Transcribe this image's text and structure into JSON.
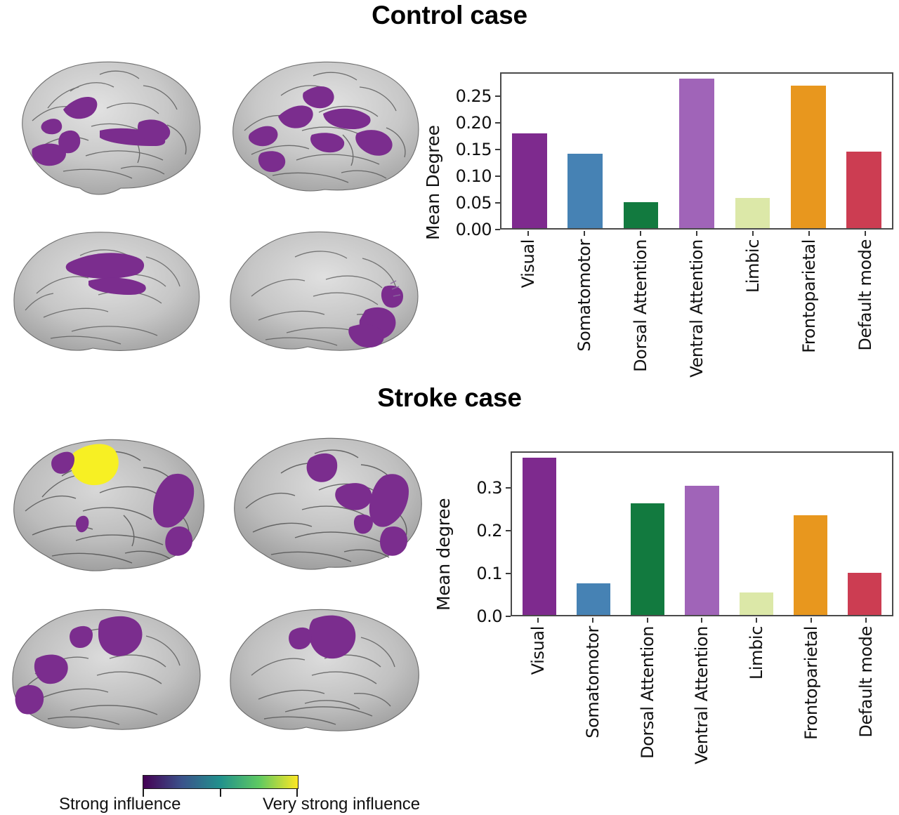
{
  "figure": {
    "panels": [
      {
        "id": "control",
        "title": "Control case"
      },
      {
        "id": "stroke",
        "title": "Stroke case"
      }
    ]
  },
  "legend": {
    "name": "influence-colorbar",
    "low_label": "Strong influence",
    "high_label": "Very strong influence",
    "colormap": "viridis",
    "gradient_stops": [
      "#440154",
      "#3B528B",
      "#21918C",
      "#5EC962",
      "#FDE725"
    ],
    "ticks": [
      "left",
      "center",
      "right"
    ]
  },
  "brains": {
    "control": {
      "views": [
        "left-lateral",
        "right-lateral",
        "left-medial",
        "right-medial"
      ],
      "surface_color": "#c9c9c9",
      "highlight_colors": [
        "#7B2D8E"
      ]
    },
    "stroke": {
      "views": [
        "left-lateral",
        "right-lateral",
        "left-medial",
        "right-medial"
      ],
      "surface_color": "#bdbdbd",
      "highlight_colors": [
        "#7B2D8E",
        "#F7F023"
      ]
    }
  },
  "chart_data": [
    {
      "id": "control-chart",
      "type": "bar",
      "title": "",
      "xlabel": "",
      "ylabel": "Mean Degree",
      "categories": [
        "Visual",
        "Somatomotor",
        "Dorsal Attention",
        "Ventral Attention",
        "Limbic",
        "Frontoparietal",
        "Default mode"
      ],
      "values": [
        0.178,
        0.139,
        0.049,
        0.28,
        0.056,
        0.267,
        0.143
      ],
      "colors": [
        "#7E2A8E",
        "#4682B4",
        "#127A3F",
        "#A064B8",
        "#DCE8A8",
        "#E8971E",
        "#CC3D52"
      ],
      "ylim": [
        0.0,
        0.295
      ],
      "yticks": [
        0.0,
        0.05,
        0.1,
        0.15,
        0.2,
        0.25
      ],
      "yticklabels": [
        "0.00",
        "0.05",
        "0.10",
        "0.15",
        "0.20",
        "0.25"
      ],
      "grid": false,
      "legend": "none"
    },
    {
      "id": "stroke-chart",
      "type": "bar",
      "title": "",
      "xlabel": "",
      "ylabel": "Mean degree",
      "categories": [
        "Visual",
        "Somatomotor",
        "Dorsal Attention",
        "Ventral Attention",
        "Limbic",
        "Frontoparietal",
        "Default mode"
      ],
      "values": [
        0.367,
        0.073,
        0.261,
        0.301,
        0.053,
        0.233,
        0.098
      ],
      "colors": [
        "#7E2A8E",
        "#4682B4",
        "#127A3F",
        "#A064B8",
        "#DCE8A8",
        "#E8971E",
        "#CC3D52"
      ],
      "ylim": [
        0.0,
        0.385
      ],
      "yticks": [
        0.0,
        0.1,
        0.2,
        0.3
      ],
      "yticklabels": [
        "0.0",
        "0.1",
        "0.2",
        "0.3"
      ],
      "grid": false,
      "legend": "none"
    }
  ]
}
